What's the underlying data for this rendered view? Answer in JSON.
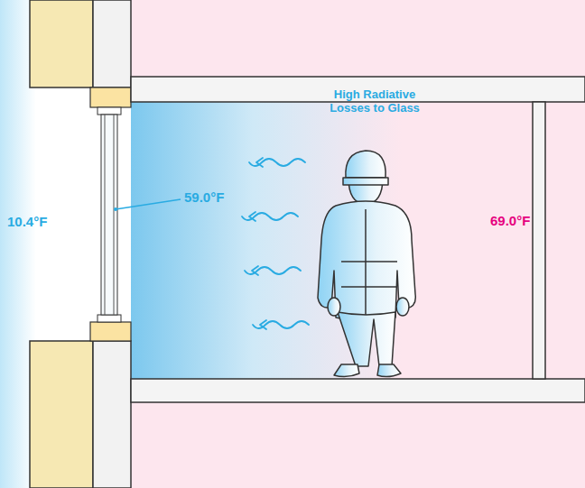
{
  "diagram": {
    "labels": [
      "10.4°F",
      "59.0°F",
      "High Radiative Losses to Glass",
      "69.0°F"
    ]
  }
}
